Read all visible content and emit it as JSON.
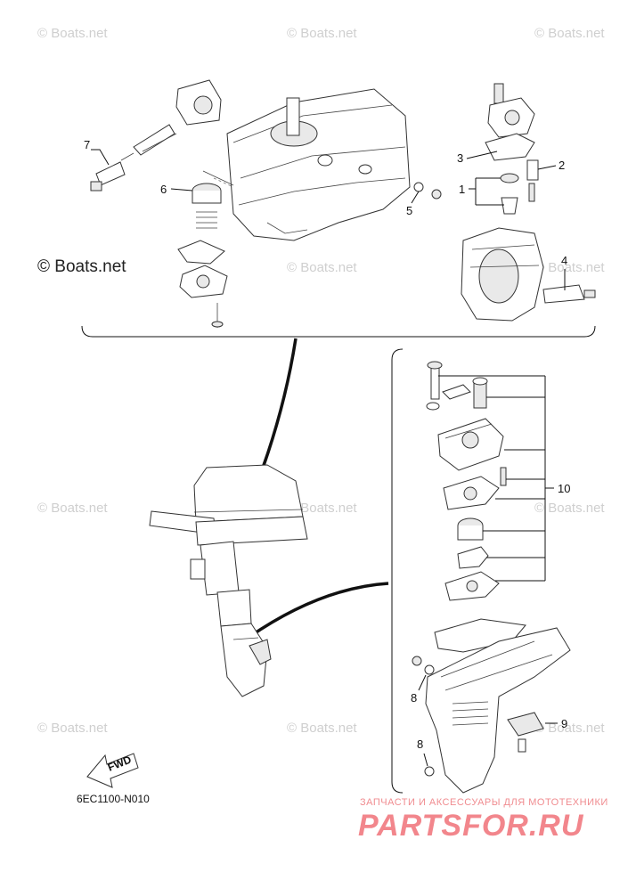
{
  "watermark": "© Boats.net",
  "code": "6EC1100-N010",
  "fwd": "FWD",
  "brand": {
    "tagline": "ЗАПЧАСТИ И АКСЕССУАРЫ ДЛЯ МОТОТЕХНИКИ",
    "logo": "PARTSFOR.RU"
  },
  "callouts": {
    "c1": "1",
    "c2": "2",
    "c3": "3",
    "c4": "4",
    "c5": "5",
    "c6": "6",
    "c7": "7",
    "c8a": "8",
    "c8b": "8",
    "c9": "9",
    "c10": "10"
  },
  "colors": {
    "line": "#111111",
    "watermark": "#cfcfcf",
    "brand": "#f2868c"
  }
}
